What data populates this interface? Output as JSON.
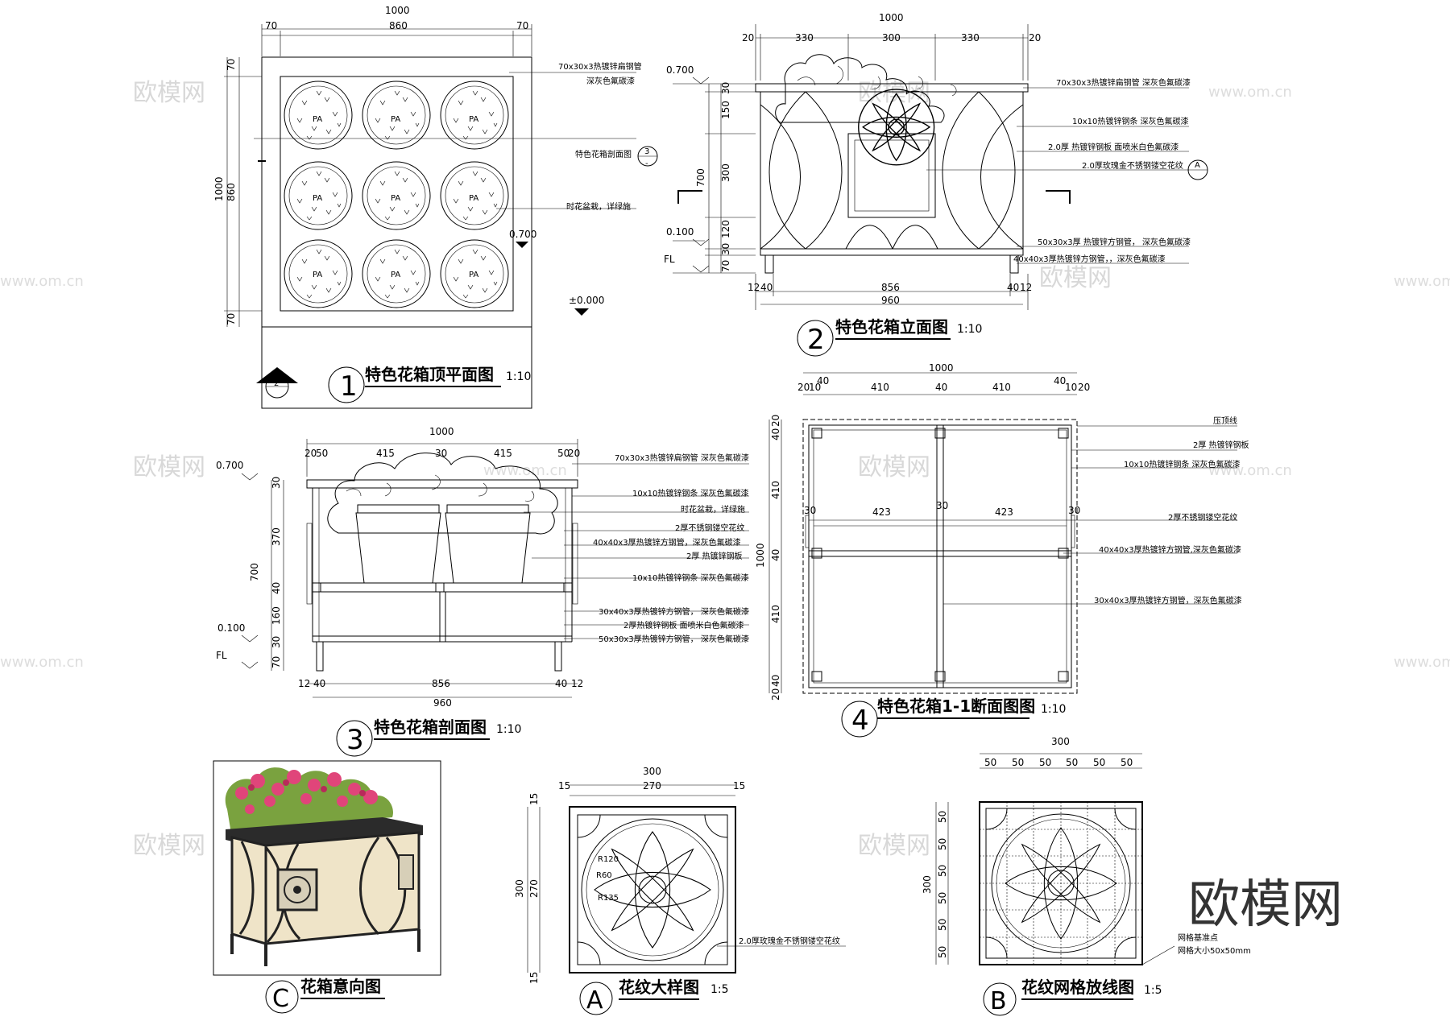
{
  "views": {
    "plan": {
      "title": "特色花箱顶平面图",
      "scale": "1:10",
      "number": "1",
      "dims_top_total": "1000",
      "dims_top": [
        "70",
        "860",
        "70"
      ],
      "dims_left_total": "1000",
      "dims_left": [
        "70",
        "860",
        "70"
      ],
      "pot_label": "PA",
      "notes": [
        "70x30x3热镀锌扁钢管",
        "深灰色氟碳漆",
        "特色花箱剖面图",
        "时花盆栽，详绿施"
      ],
      "ref_num": "3",
      "ref_sub": "-",
      "level_0700": "0.700",
      "level_000": "±0.000",
      "section_tag": "2"
    },
    "elevation": {
      "title": "特色花箱立面图",
      "scale": "1:10",
      "number": "2",
      "dims_top_total": "1000",
      "dims_top": [
        "20",
        "330",
        "300",
        "330",
        "20"
      ],
      "dims_bottom": [
        "12",
        "40",
        "856",
        "40",
        "12"
      ],
      "dims_bottom_total": "960",
      "dims_left": [
        "30",
        "150",
        "300",
        "120",
        "30",
        "70"
      ],
      "dims_left_total": "700",
      "levels": [
        "0.700",
        "0.100",
        "FL"
      ],
      "notes": [
        "70x30x3热镀锌扁钢管 深灰色氟碳漆",
        "10x10热镀锌钢条 深灰色氟碳漆",
        "2.0厚 热镀锌钢板 面喷米白色氟碳漆",
        "2.0厚玫瑰金不锈钢镂空花纹",
        "50x30x3厚 热镀锌方钢管，  深灰色氟碳漆",
        "40x40x3厚热镀锌方钢管，，深灰色氟碳漆"
      ],
      "ref": "A"
    },
    "section": {
      "title": "特色花箱剖面图",
      "scale": "1:10",
      "number": "3",
      "dims_top_total": "1000",
      "dims_top": [
        "20",
        "50",
        "415",
        "30",
        "415",
        "50",
        "20"
      ],
      "dims_left": [
        "30",
        "370",
        "40",
        "160",
        "30",
        "70"
      ],
      "dims_left_total": "700",
      "dims_bottom": [
        "12",
        "40",
        "856",
        "40",
        "12"
      ],
      "dims_bottom_total": "960",
      "levels": [
        "0.700",
        "0.100",
        "FL"
      ],
      "notes": [
        "70x30x3热镀锌扁钢管 深灰色氟碳漆",
        "10x10热镀锌钢条 深灰色氟碳漆",
        "时花盆栽，详绿施",
        "2厚不锈钢镂空花纹",
        "40x40x3厚热镀锌方钢管，深灰色氟碳漆",
        "2厚 热镀锌钢板",
        "10x10热镀锌钢条 深灰色氟碳漆",
        "30x40x3厚热镀锌方钢管，  深灰色氟碳漆",
        "2厚热镀锌钢板 面喷米白色氟碳漆",
        "50x30x3厚热镀锌方钢管，  深灰色氟碳漆"
      ]
    },
    "cut": {
      "title": "特色花箱1-1断面图图",
      "scale": "1:10",
      "number": "4",
      "dims_top_total": "1000",
      "dims_top": [
        "20",
        "10",
        "40",
        "410",
        "40",
        "410",
        "40",
        "10",
        "20"
      ],
      "dims_left": [
        "20",
        "40",
        "410",
        "40",
        "410",
        "40",
        "20"
      ],
      "dims_left_total": "1000",
      "inner": [
        "423",
        "30",
        "423",
        "30",
        "30"
      ],
      "notes": [
        "压顶线",
        "2厚 热镀锌钢板",
        "10x10热镀锌钢条 深灰色氟碳漆",
        "2厚不锈钢镂空花纹",
        "40x40x3厚热镀锌方钢管,深灰色氟碳漆",
        "30x40x3厚热镀锌方钢管，深灰色氟碳漆"
      ]
    },
    "render": {
      "title": "花箱意向图",
      "number": "C"
    },
    "pattern": {
      "title": "花纹大样图",
      "scale": "1:5",
      "number": "A",
      "dims_top_total": "300",
      "dims_top": [
        "15",
        "270",
        "15"
      ],
      "dims_left_total": "300",
      "dims_left": [
        "15",
        "270",
        "15"
      ],
      "radii": [
        "R120",
        "R60",
        "R135"
      ],
      "note": "2.0厚玫瑰金不锈钢镂空花纹"
    },
    "grid": {
      "title": "花纹网格放线图",
      "scale": "1:5",
      "number": "B",
      "dims_top_total": "300",
      "dims_top": [
        "50",
        "50",
        "50",
        "50",
        "50",
        "50"
      ],
      "dims_left_total": "300",
      "dims_left": [
        "50",
        "50",
        "50",
        "50",
        "50",
        "50"
      ],
      "notes": [
        "网格基准点",
        "网格大小50x50mm"
      ]
    }
  },
  "watermark": {
    "text": "欧模网",
    "url": "www.om.cn",
    "brand": "欧模网"
  }
}
